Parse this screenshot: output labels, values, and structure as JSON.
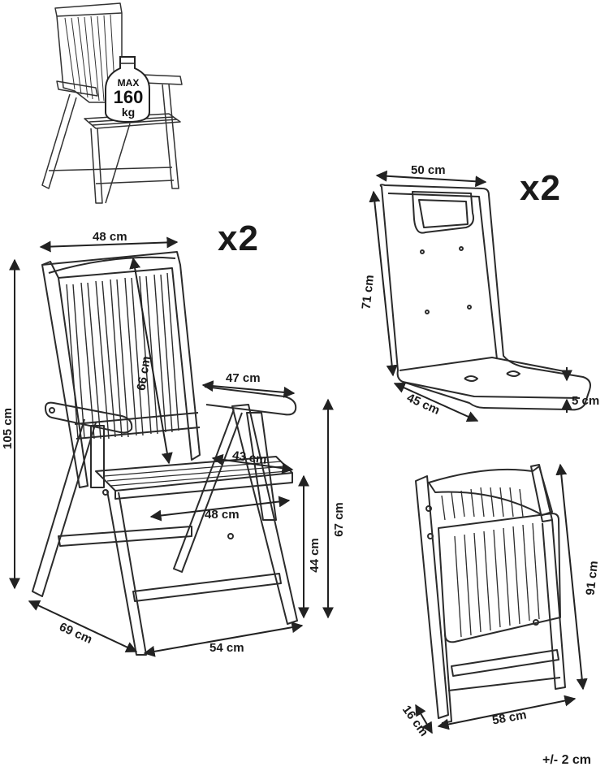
{
  "weight_badge": {
    "line1": "MAX",
    "line2": "160",
    "line3": "kg"
  },
  "quantities": {
    "chair": "x2",
    "cushion": "x2"
  },
  "chair_dims": {
    "top_width": "48 cm",
    "back_height": "66 cm",
    "armrest_length": "47 cm",
    "seat_depth": "43 cm",
    "seat_width": "48 cm",
    "total_height": "105 cm",
    "arm_height": "67 cm",
    "seat_height": "44 cm",
    "depth": "69 cm",
    "base_width": "54 cm"
  },
  "cushion_dims": {
    "width": "50 cm",
    "length": "71 cm",
    "depth": "45 cm",
    "thickness": "5 cm"
  },
  "folded_dims": {
    "height": "91 cm",
    "width": "58 cm",
    "thickness": "16 cm"
  },
  "tolerance": "+/- 2 cm"
}
